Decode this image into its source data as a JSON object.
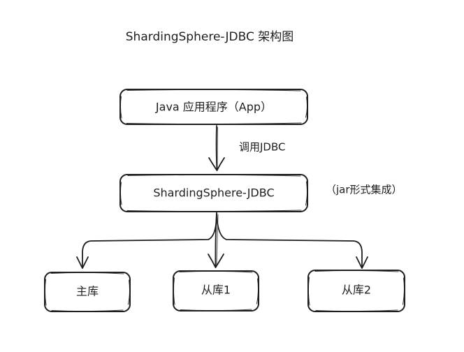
{
  "title": "ShardingSphere-JDBC 架构图",
  "nodes": {
    "app": "Java 应用程序（App）",
    "jdbc": "ShardingSphere-JDBC",
    "master": "主库",
    "slave1": "从库1",
    "slave2": "从库2"
  },
  "edges": {
    "call_label": "调用JDBC"
  },
  "notes": {
    "integration": "（jar形式集成）"
  },
  "colors": {
    "stroke": "#1e1e1e",
    "background": "#ffffff"
  }
}
